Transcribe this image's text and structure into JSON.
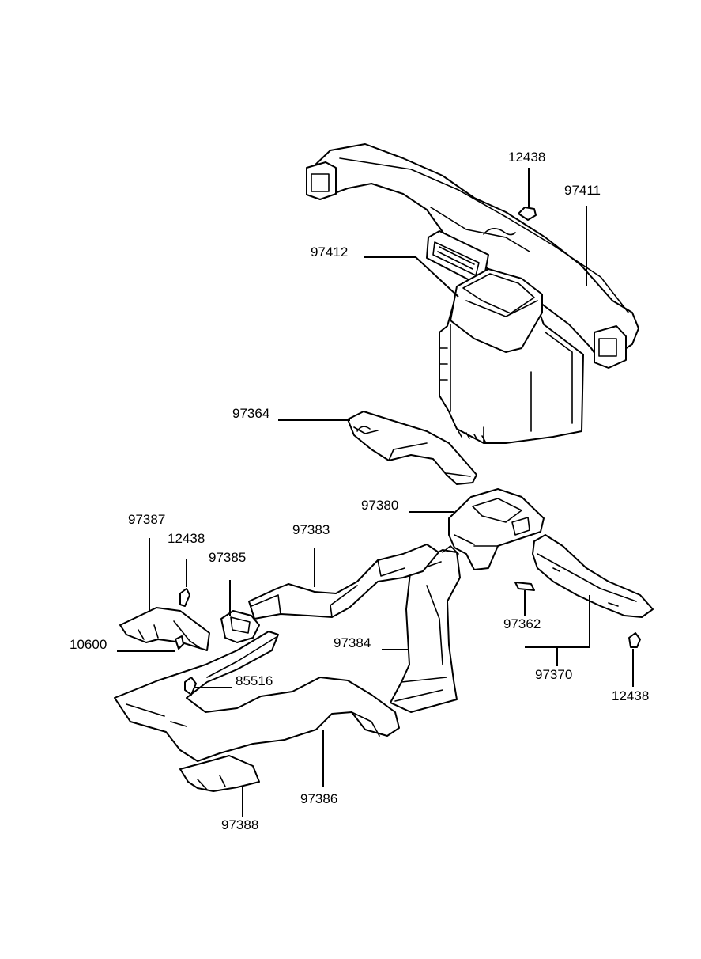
{
  "diagram": {
    "labels": {
      "p97411": "97411",
      "p12438_top": "12438",
      "p97412": "97412",
      "p97364": "97364",
      "p97380": "97380",
      "p97387": "97387",
      "p12438_left": "12438",
      "p97385": "97385",
      "p97383": "97383",
      "p10600": "10600",
      "p97384": "97384",
      "p85516": "85516",
      "p97362": "97362",
      "p97370": "97370",
      "p12438_right": "12438",
      "p97386": "97386",
      "p97388": "97388"
    }
  }
}
